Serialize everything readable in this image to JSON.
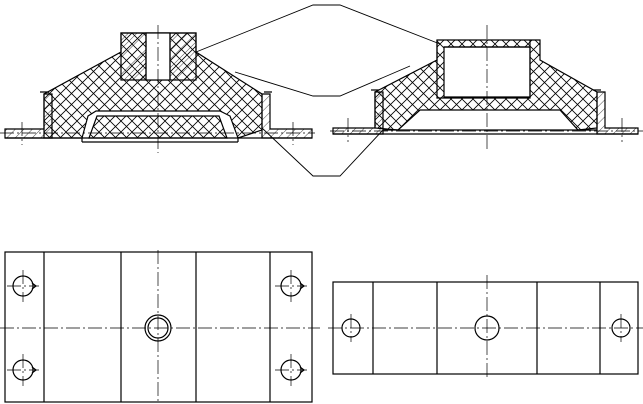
{
  "drawing": {
    "kind": "engineering cross-section and plan views",
    "line_color": "#000000",
    "background": "#ffffff",
    "hatch_pattern": "crosshatch",
    "views": [
      {
        "name": "section-left",
        "hatched": true
      },
      {
        "name": "section-right",
        "hatched": true
      },
      {
        "name": "plan-left",
        "bolt_holes": 4,
        "center_hole": 1
      },
      {
        "name": "plan-right",
        "bolt_holes": 2,
        "center_hole": 1
      }
    ],
    "callout_leaders": 2
  }
}
